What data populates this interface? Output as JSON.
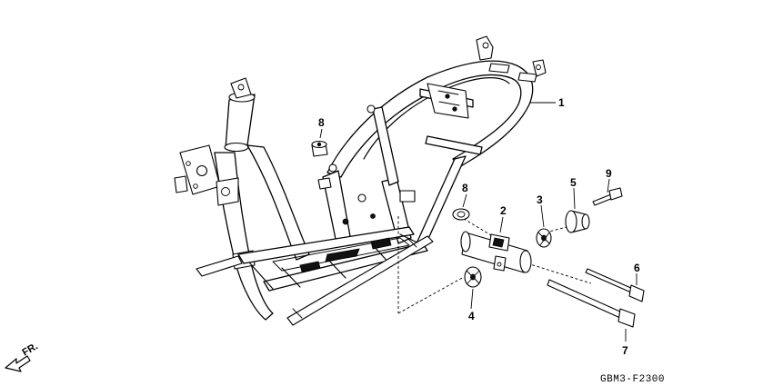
{
  "diagram": {
    "figure_code": "GBM3-F2300",
    "direction_label": "FR.",
    "callouts": {
      "p1": "1",
      "p2": "2",
      "p3": "3",
      "p4": "4",
      "p5": "5",
      "p6": "6",
      "p7": "7",
      "p8a": "8",
      "p8b": "8",
      "p9": "9"
    }
  }
}
